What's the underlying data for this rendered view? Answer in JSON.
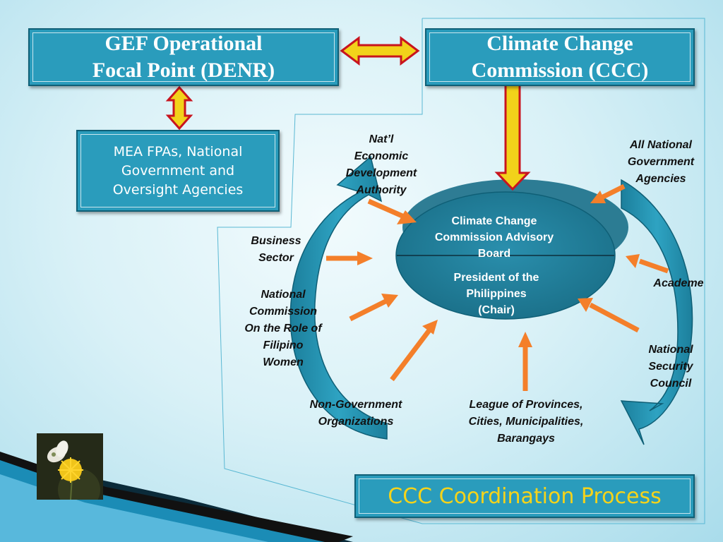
{
  "top_left_box": {
    "title_line1": "GEF Operational",
    "title_line2": "Focal Point (DENR)"
  },
  "top_right_box": {
    "title_line1": "Climate Change",
    "title_line2": "Commission (CCC)"
  },
  "mea_box": {
    "line1": "MEA FPAs, National",
    "line2": "Government and",
    "line3": "Oversight Agencies"
  },
  "center": {
    "advisory_board": "Climate Change\nCommission Advisory\nBoard",
    "chair": "President of the\nPhilippines\n(Chair)"
  },
  "stakeholders": {
    "neda": "Nat’l\nEconomic\nDevelopment\nAuthority",
    "national_agencies": "All National\nGovernment\nAgencies",
    "business": "Business\nSector",
    "academe": "Academe",
    "ncrfw": "National\nCommission\nOn the Role of\nFilipino\nWomen",
    "nsc": "National\nSecurity\nCouncil",
    "ngo": "Non-Government\nOrganizations",
    "league": "League of Provinces,\nCities, Municipalities,\nBarangays"
  },
  "footer": {
    "title": "CCC  Coordination Process"
  },
  "colors": {
    "box_fill": "#2a9cbc",
    "box_border": "#0f5f76",
    "arrow_orange": "#f47f2a",
    "double_arrow_red": "#c8141e",
    "double_arrow_fill": "#f2d21a",
    "footer_text": "#f5d31a"
  },
  "icons": {
    "photo": "butterfly-on-yellow-flower-image"
  }
}
